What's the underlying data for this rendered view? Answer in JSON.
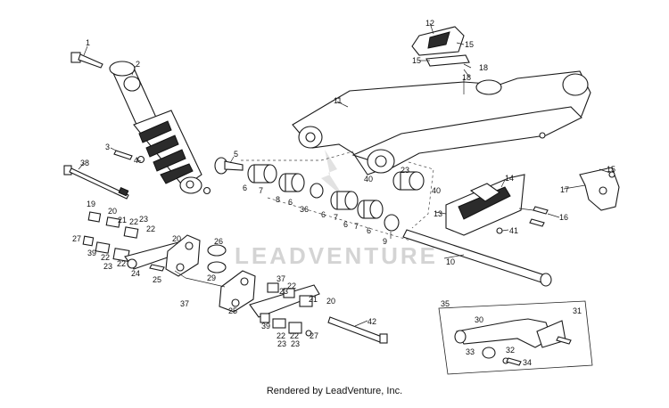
{
  "diagram": {
    "watermark": "LEADVENTURE",
    "footer": "Rendered by LeadVenture, Inc.",
    "callouts": [
      "1",
      "2",
      "3",
      "4",
      "5",
      "6",
      "7",
      "8",
      "6",
      "36",
      "6",
      "7",
      "6",
      "7",
      "6",
      "9",
      "10",
      "11",
      "12",
      "15",
      "15",
      "18",
      "18",
      "13",
      "14",
      "15",
      "16",
      "17",
      "19",
      "20",
      "21",
      "22",
      "23",
      "22",
      "27",
      "39",
      "22",
      "23",
      "22",
      "24",
      "25",
      "20",
      "26",
      "29",
      "37",
      "37",
      "25",
      "22",
      "23",
      "21",
      "20",
      "39",
      "22",
      "23",
      "22",
      "23",
      "27",
      "42",
      "38",
      "40",
      "40",
      "23",
      "41",
      "30",
      "31",
      "32",
      "33",
      "34",
      "35"
    ]
  }
}
